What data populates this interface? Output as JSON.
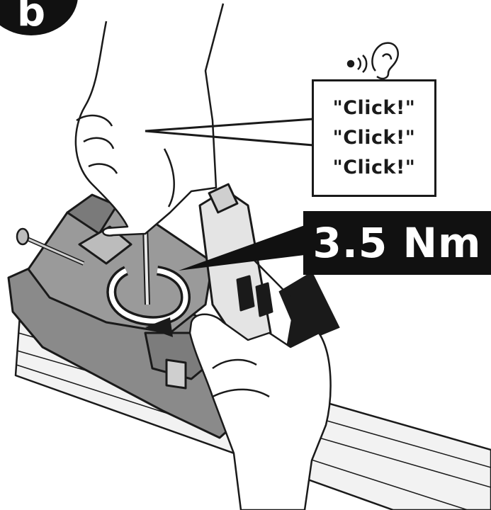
{
  "step": {
    "label": "b"
  },
  "sound": {
    "icon": "ear-icon",
    "lines": [
      "\"Click!\"",
      "\"Click!\"",
      "\"Click!\""
    ]
  },
  "torque": {
    "value": "3.5 Nm"
  },
  "colors": {
    "ink": "#1a1a1a",
    "part": "#8f8f8f",
    "part_dark": "#6e6e6e",
    "handle": "#bdbdbd",
    "strap": "#d9d9d9"
  }
}
